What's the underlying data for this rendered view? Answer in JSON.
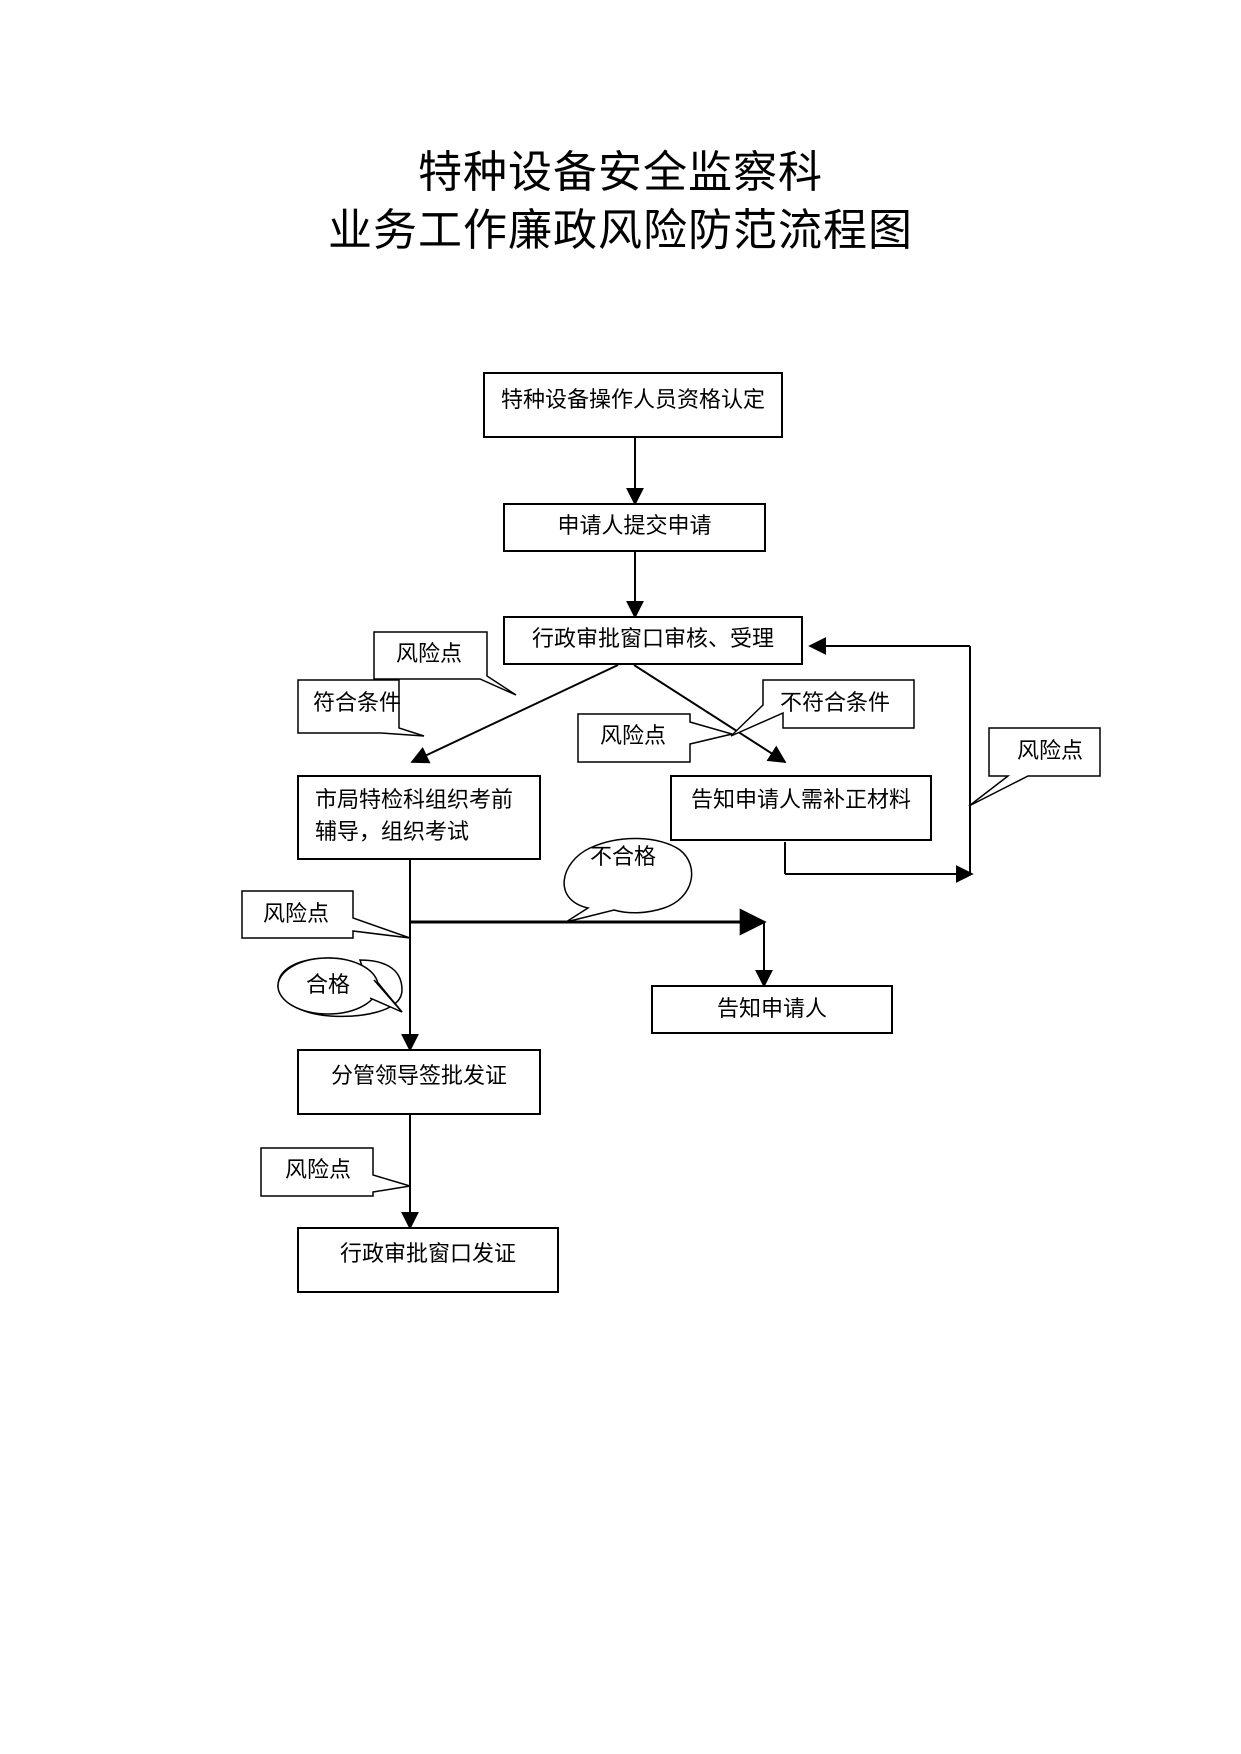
{
  "title": {
    "line1": "特种设备安全监察科",
    "line2": "业务工作廉政风险防范流程图"
  },
  "nodes": {
    "start": "特种设备操作人员资格认定",
    "submit": "申请人提交申请",
    "review": "行政审批窗口审核、受理",
    "exam": "市局特检科组织考前辅导，组织考试",
    "supplement": "告知申请人需补正材料",
    "notify": "告知申请人",
    "sign": "分管领导签批发证",
    "issue": "行政审批窗口发证"
  },
  "callouts": {
    "risk_point": "风险点",
    "meets": "符合条件",
    "not_meets": "不符合条件",
    "fail": "不合格",
    "pass": "合格"
  }
}
